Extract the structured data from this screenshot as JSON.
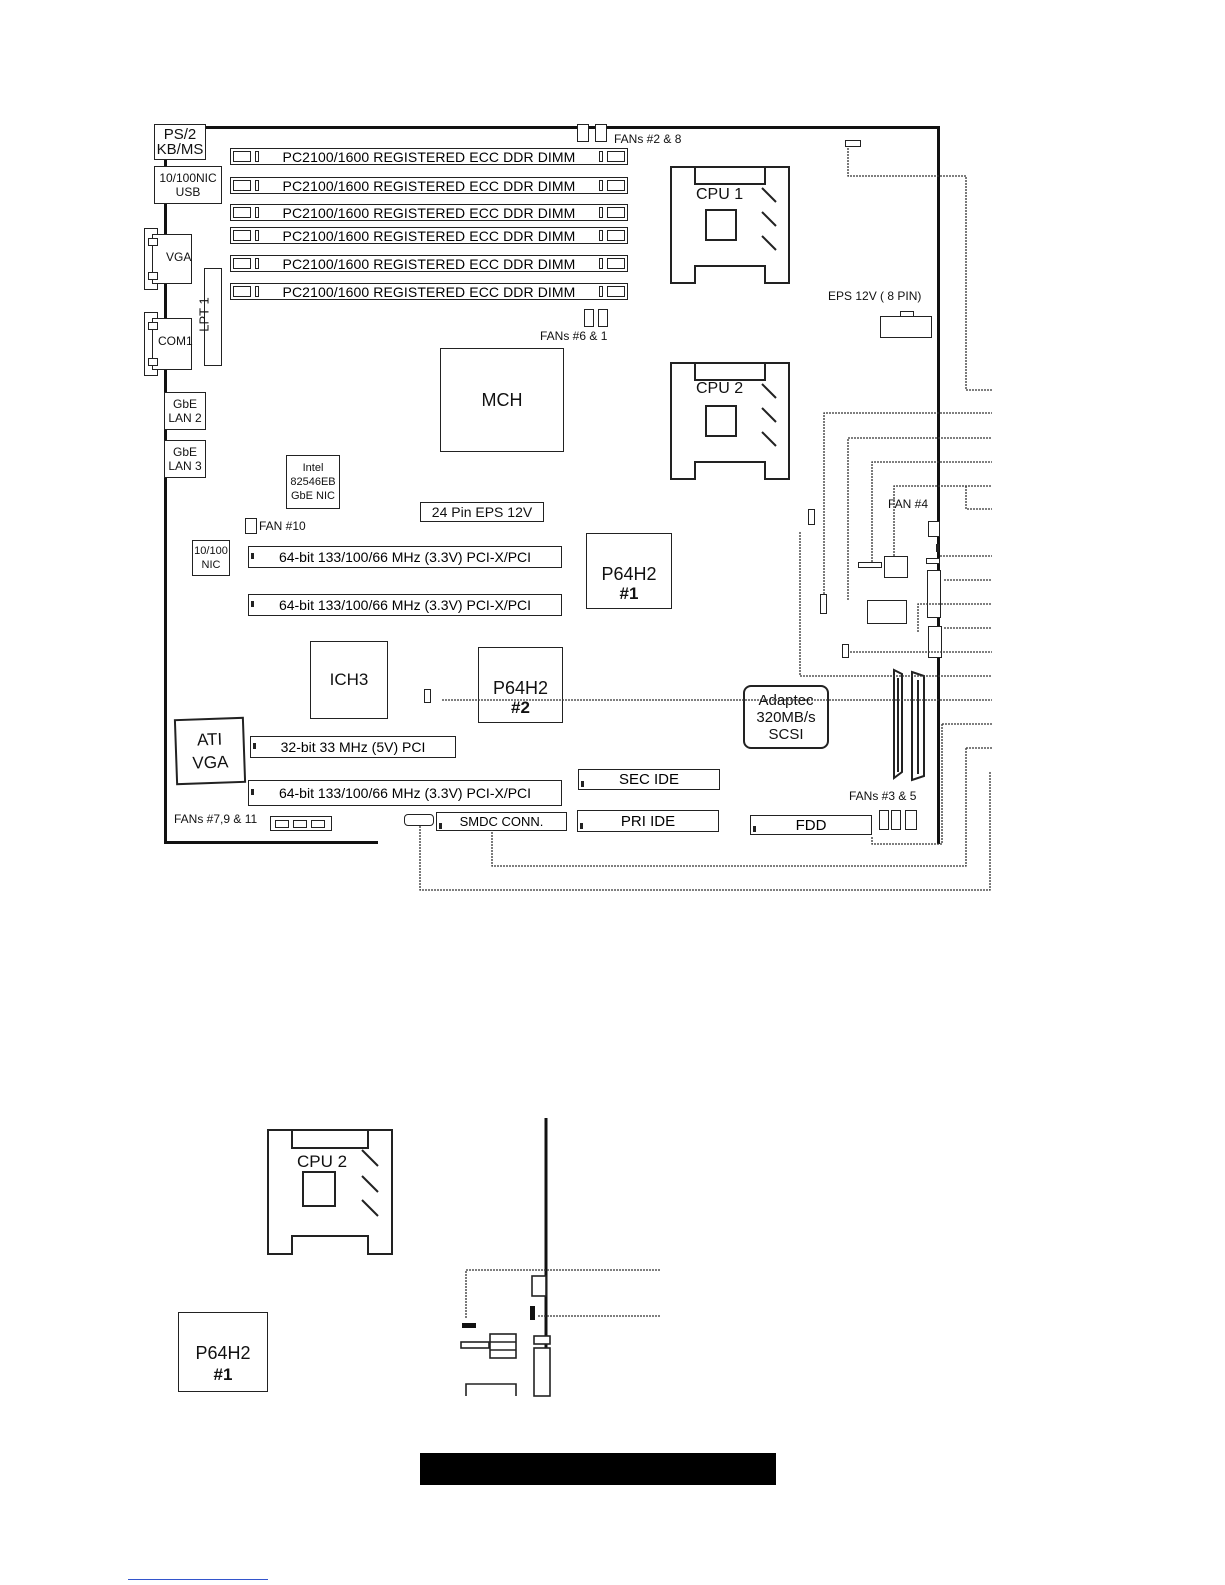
{
  "board": {
    "dimm_label": "PC2100/1600 REGISTERED ECC DDR DIMM",
    "ps2": "PS/2\nKB/MS",
    "nic_usb": "10/100NIC\nUSB",
    "vga_port": "VGA",
    "com1": "COM1",
    "lpt1": "LPT 1",
    "gbe_lan2": "GbE\nLAN 2",
    "gbe_lan3": "GbE\nLAN 3",
    "intel_nic": "Intel\n82546EB\nGbE NIC",
    "nic_10_100": "10/100\nNIC",
    "fan10": "FAN #10",
    "fans_2_8": "FANs #2 & 8",
    "fans_6_1": "FANs #6 & 1",
    "fan4": "FAN #4",
    "fans_3_5": "FANs #3 & 5",
    "fans_7_9_11": "FANs #7,9 & 11",
    "mch": "MCH",
    "ich3": "ICH3",
    "cpu1": "CPU 1",
    "cpu2": "CPU 2",
    "eps_8pin": "EPS 12V ( 8 PIN)",
    "eps_24pin": "24 Pin EPS 12V",
    "p64h2_name": "P64H2",
    "p64h2_1_num": "#1",
    "p64h2_2_num": "#2",
    "pcix_label": "64-bit 133/100/66 MHz (3.3V) PCI-X/PCI",
    "pci32_label": "32-bit 33 MHz (5V) PCI",
    "ati_vga": "ATI\nVGA",
    "adaptec": "Adaptec\n320MB/s\nSCSI",
    "sec_ide": "SEC IDE",
    "pri_ide": "PRI IDE",
    "fdd": "FDD",
    "smdc": "SMDC CONN."
  },
  "detail": {
    "cpu2": "CPU 2",
    "p64h2_name": "P64H2",
    "p64h2_num": "#1"
  }
}
